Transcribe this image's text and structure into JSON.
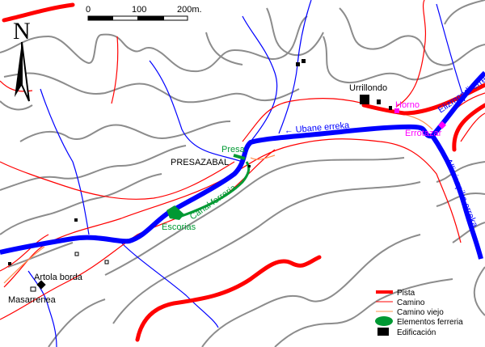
{
  "colors": {
    "pista": "#ff0000",
    "camino": "#ff0000",
    "camino_viejo": "#ff9050",
    "elementos_ferreria": "#009933",
    "edificacion": "#000000",
    "river": "#0000ff",
    "contour": "#8c8c8c",
    "poi": "#ff00ff"
  },
  "north_arrow": {
    "label": "N",
    "icon": "north-arrow-icon"
  },
  "scale_bar": {
    "ticks": [
      "0",
      "100",
      "200m."
    ]
  },
  "labels": {
    "urrillondo": "Urrillondo",
    "horno": "Horno",
    "elizmendi": "Elizmendi erreka",
    "errotazar": "Errotazar",
    "ubane": "← Ubane erreka",
    "presa": "Presa",
    "presazabal": "PRESAZABAL",
    "canal": "Canal ferreria",
    "escorias": "Escorias",
    "allirriazpiko": "Allirriazpiko erreka",
    "artola": "Artola borda",
    "masarrenea": "Masarrenea"
  },
  "legend": [
    {
      "label": "Pista",
      "symbol": "thick-red-line"
    },
    {
      "label": "Camino",
      "symbol": "thin-red-line"
    },
    {
      "label": "Camino viejo",
      "symbol": "thin-orange-line"
    },
    {
      "label": "Elementos ferreria",
      "symbol": "green-ellipse"
    },
    {
      "label": "Edificación",
      "symbol": "black-square"
    }
  ]
}
